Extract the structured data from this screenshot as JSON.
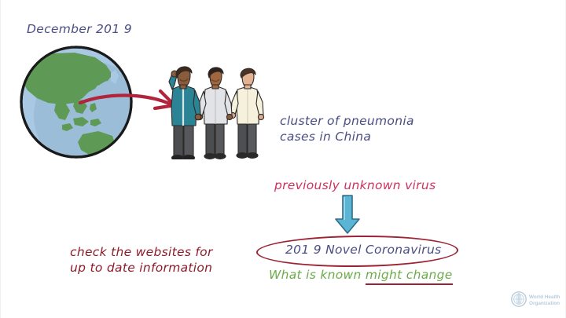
{
  "slide": {
    "title": "December 201 9",
    "date_label": "December 201 9",
    "cluster_line1": "cluster of pneumonia",
    "cluster_line2": "cases in China",
    "virus_label": "previously unknown virus",
    "coronavirus_label": "201 9 Novel Coronavirus",
    "known_prefix": "What is known ",
    "known_emphasis": "might change",
    "websites_line1": "check the websites for",
    "websites_line2": "up to date information"
  },
  "watermark": {
    "line1": "World Health",
    "line2": "Organization"
  },
  "icons": {
    "globe": "globe-icon",
    "people": "three-people-icon",
    "red_arrow": "curved-red-arrow-icon",
    "cyan_arrow": "down-arrow-icon",
    "who_emblem": "who-emblem-icon"
  },
  "colors": {
    "background": "#ffffff",
    "ink_blue": "#4a4d86",
    "pink": "#cf3060",
    "dark_red": "#8e1b2a",
    "ellipse_red": "#9d2233",
    "green": "#6aab4a",
    "cyan_arrow": "#5ab4d4",
    "globe_land": "#5e9a55",
    "globe_ocean": "#a8c8e4",
    "teal_jacket": "#2b8496",
    "watermark": "#b9ccdd"
  }
}
